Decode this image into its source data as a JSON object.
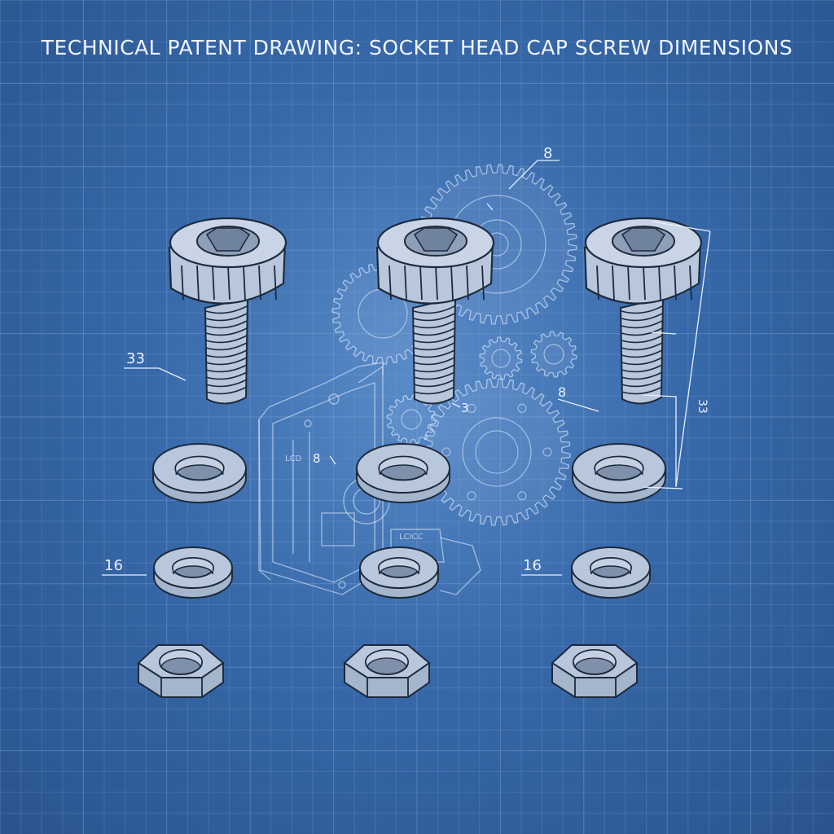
{
  "title": "TECHNICAL PATENT DRAWING: SOCKET HEAD CAP SCREW DIMENSIONS",
  "callouts": {
    "top_gear": "8",
    "screw_left": "33",
    "screw_right": "8",
    "right_dimension": "33",
    "center_small": "8",
    "gear_center": "3",
    "washer_left": "16",
    "washer_right": "16",
    "housing_label_1": "LCD",
    "housing_label_2": "LCICC"
  },
  "colors": {
    "background": "#3566a6",
    "grid": "#7fa6d8",
    "part_fill": "#b8c7dc",
    "part_outline": "#1d2a3d",
    "sketch_line": "#e6efff"
  },
  "parts": {
    "screws": 3,
    "flat_washers_row_1": 3,
    "flat_washers_row_2": 3,
    "hex_nuts": 3
  }
}
